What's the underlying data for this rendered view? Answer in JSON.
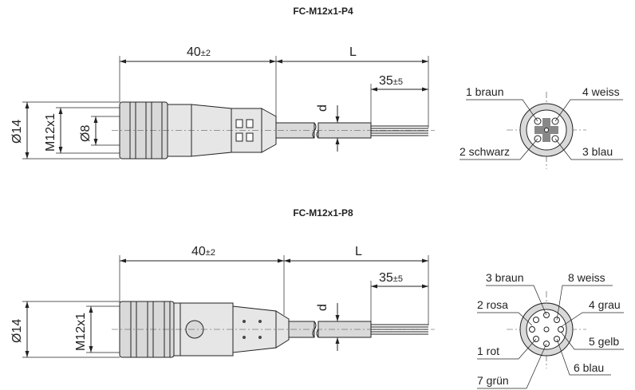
{
  "diagram1": {
    "title": "FC-M12x1-P4",
    "dim_length": "40",
    "dim_length_tol": "±2",
    "dim_cable": "L",
    "dim_strip": "35",
    "dim_strip_tol": "±5",
    "dim_d": "d",
    "dia_outer": "Ø14",
    "dia_thread": "M12x1",
    "dia_inner": "Ø8",
    "pins": [
      "1 braun",
      "4 weiss",
      "2 schwarz",
      "3 blau"
    ]
  },
  "diagram2": {
    "title": "FC-M12x1-P8",
    "dim_length": "40",
    "dim_length_tol": "±2",
    "dim_cable": "L",
    "dim_strip": "35",
    "dim_strip_tol": "±5",
    "dim_d": "d",
    "dia_outer": "Ø14",
    "dia_thread": "M12x1",
    "pins": [
      "3 braun",
      "8 weiss",
      "2 rosa",
      "4 grau",
      "5 gelb",
      "1 rot",
      "6 blau",
      "7 grün"
    ]
  }
}
